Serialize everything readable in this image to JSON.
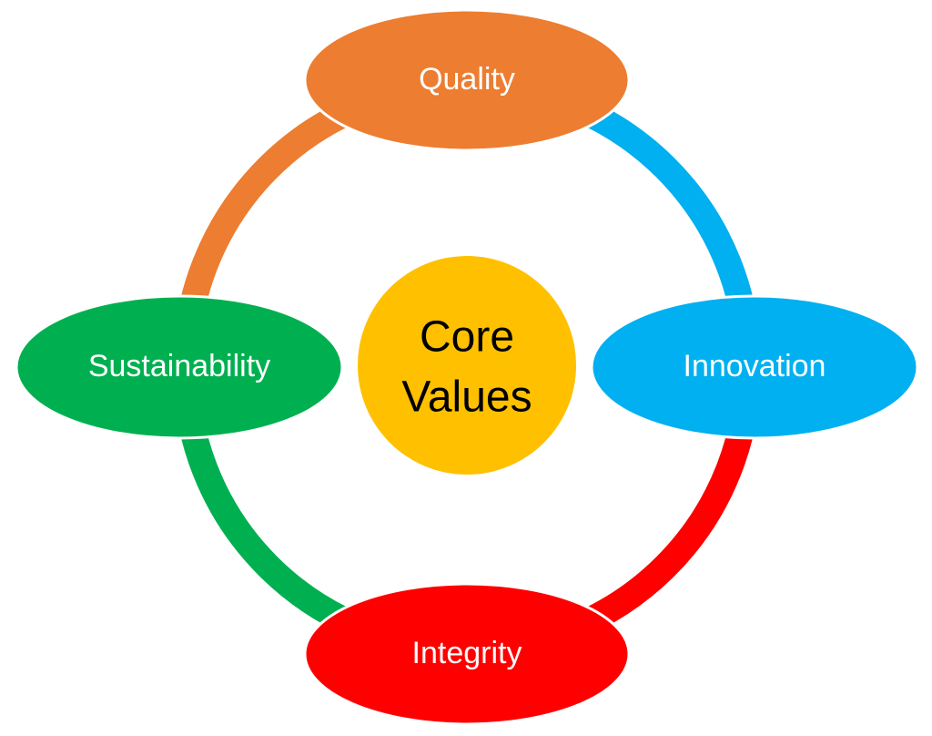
{
  "diagram": {
    "type": "cycle-with-hub",
    "center": {
      "line1": "Core",
      "line2": "Values",
      "color": "#FFC000",
      "text_color": "#000000"
    },
    "nodes": [
      {
        "id": "quality",
        "label": "Quality",
        "color": "#ED7D31",
        "position": "top"
      },
      {
        "id": "innovation",
        "label": "Innovation",
        "color": "#00B0F0",
        "position": "right"
      },
      {
        "id": "integrity",
        "label": "Integrity",
        "color": "#FF0000",
        "position": "bottom"
      },
      {
        "id": "sustainability",
        "label": "Sustainability",
        "color": "#00B050",
        "position": "left"
      }
    ],
    "connectors": [
      {
        "from": "quality",
        "to": "innovation",
        "color": "#00B0F0"
      },
      {
        "from": "innovation",
        "to": "integrity",
        "color": "#FF0000"
      },
      {
        "from": "integrity",
        "to": "sustainability",
        "color": "#00B050"
      },
      {
        "from": "sustainability",
        "to": "quality",
        "color": "#ED7D31"
      }
    ],
    "background": "#FFFFFF"
  }
}
